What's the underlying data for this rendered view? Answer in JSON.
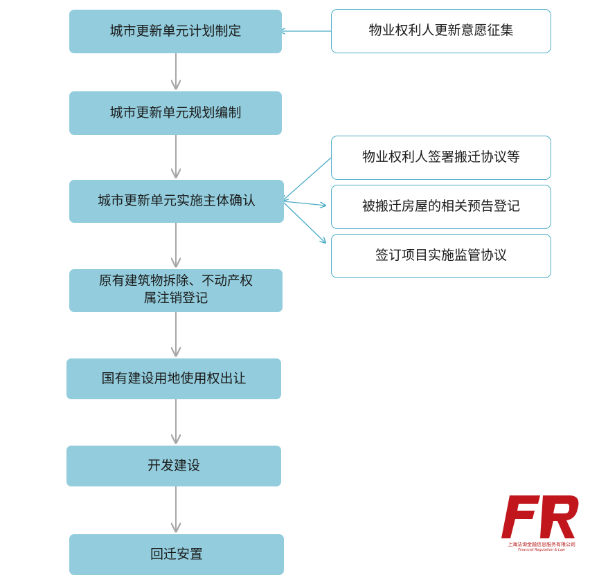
{
  "flow": {
    "steps": [
      {
        "id": "step-1",
        "label": "城市更新单元计划制定"
      },
      {
        "id": "step-2",
        "label": "城市更新单元规划编制"
      },
      {
        "id": "step-3",
        "label": "城市更新单元实施主体确认"
      },
      {
        "id": "step-4",
        "label": "原有建筑物拆除、不动产权\n属注销登记"
      },
      {
        "id": "step-5",
        "label": "国有建设用地使用权出让"
      },
      {
        "id": "step-6",
        "label": "开发建设"
      },
      {
        "id": "step-7",
        "label": "回迁安置"
      }
    ],
    "side_inputs": [
      {
        "id": "input-1",
        "label": "物业权利人更新意愿征集"
      }
    ],
    "side_outputs": [
      {
        "id": "output-1",
        "label": "物业权利人签署搬迁协议等"
      },
      {
        "id": "output-2",
        "label": "被搬迁房屋的相关预告登记"
      },
      {
        "id": "output-3",
        "label": "签订项目实施监管协议"
      }
    ]
  },
  "logo": {
    "mark": "FR",
    "cn_text": "上海法询金融信息服务有限公司",
    "en_text": "Financial Regulation & Law"
  },
  "colors": {
    "main_box": "#93cddd",
    "side_border": "#4bacc6",
    "arrow_main": "#a6a6a6",
    "arrow_side": "#4bacc6",
    "logo": "#c0161c"
  }
}
